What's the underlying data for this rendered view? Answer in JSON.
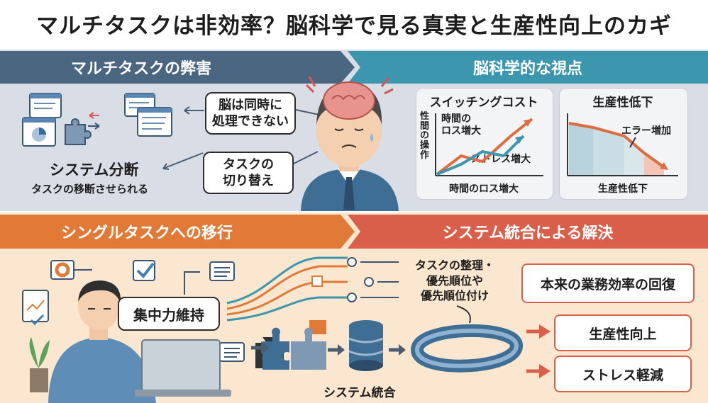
{
  "title": "マルチタスクは非効率？脳科学で見る真実と生産性向上のカギ",
  "top": {
    "left_band": "マルチタスクの弊害",
    "right_band": "脳科学的な視点",
    "callout_brain": "脳は同時に\n処理できない",
    "callout_switch": "タスクの\n切り替え",
    "system_split_title": "システム分断",
    "system_split_sub": "タスクの移断させられる",
    "switching": {
      "card_title": "スイッチングコスト",
      "y_label": "性\n間\nの\n操\n作",
      "loss_label": "時間の\nロス増大",
      "stress_label": "ストレス増大",
      "footer": "時間のロス増大"
    },
    "productivity": {
      "card_title": "生産性低下",
      "error_label": "エラー増加",
      "footer": "生産性低下"
    }
  },
  "bottom": {
    "left_band": "シングルタスクへの移行",
    "right_band": "システム統合による解決",
    "focus_label": "集中力維持",
    "task_note": "タスクの整理・\n優先順位や\n優先順位付け",
    "system_integration": "システム統合",
    "recovery": "本来の業務効率の回復",
    "productivity_up": "生産性向上",
    "stress_down": "ストレス軽減"
  },
  "colors": {
    "slate": "#4a6680",
    "teal": "#3c96ad",
    "orange": "#e07a36",
    "coral": "#d95f4a"
  }
}
